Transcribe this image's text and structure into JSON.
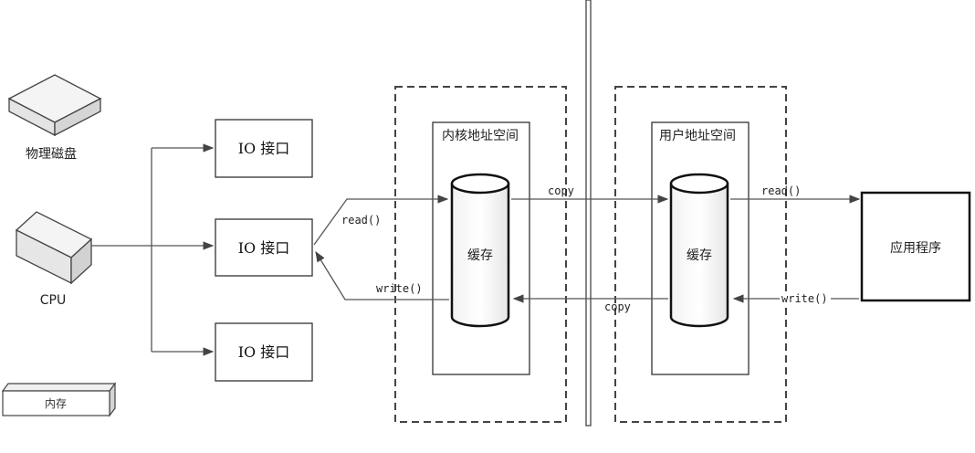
{
  "devices": {
    "disk_label": "物理磁盘",
    "cpu_label": "CPU",
    "memory_label": "内存"
  },
  "io_interfaces": [
    {
      "label": "IO 接口"
    },
    {
      "label": "IO 接口"
    },
    {
      "label": "IO 接口"
    }
  ],
  "kernel_space": {
    "title": "内核地址空间",
    "cache_label": "缓存"
  },
  "user_space": {
    "title": "用户地址空间",
    "cache_label": "缓存"
  },
  "application": {
    "label": "应用程序"
  },
  "arrows": {
    "read_kernel": "read()",
    "write_kernel": "write()",
    "copy_to_user": "copy",
    "copy_to_kernel": "copy",
    "read_app": "read()",
    "write_app": "write()"
  }
}
